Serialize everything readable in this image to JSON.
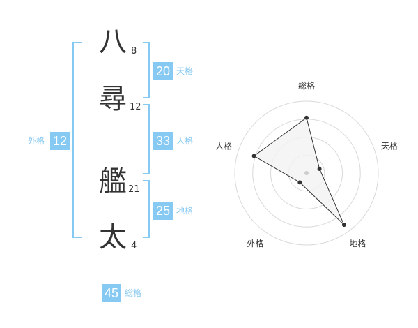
{
  "name": {
    "chars": [
      {
        "char": "八",
        "strokes": "8"
      },
      {
        "char": "尋",
        "strokes": "12"
      },
      {
        "char": "艦",
        "strokes": "21"
      },
      {
        "char": "太",
        "strokes": "4"
      }
    ]
  },
  "kakusu": {
    "tenkaku": {
      "value": "20",
      "label": "天格"
    },
    "jinkaku": {
      "value": "33",
      "label": "人格"
    },
    "chikaku": {
      "value": "25",
      "label": "地格"
    },
    "gaikaku": {
      "value": "12",
      "label": "外格"
    },
    "soukaku": {
      "value": "45",
      "label": "総格"
    }
  },
  "colors": {
    "accent": "#86c9f2",
    "bracket": "#86c9f2",
    "text": "#333333",
    "radar_fill": "#f2f2f2",
    "radar_grid": "#d9d9d9"
  },
  "chart_data": {
    "type": "radar",
    "axes": [
      "総格",
      "天格",
      "地格",
      "外格",
      "人格"
    ],
    "values": [
      0.77,
      0.19,
      0.89,
      0.16,
      0.77
    ],
    "range": [
      0,
      1
    ],
    "rings": 4
  }
}
